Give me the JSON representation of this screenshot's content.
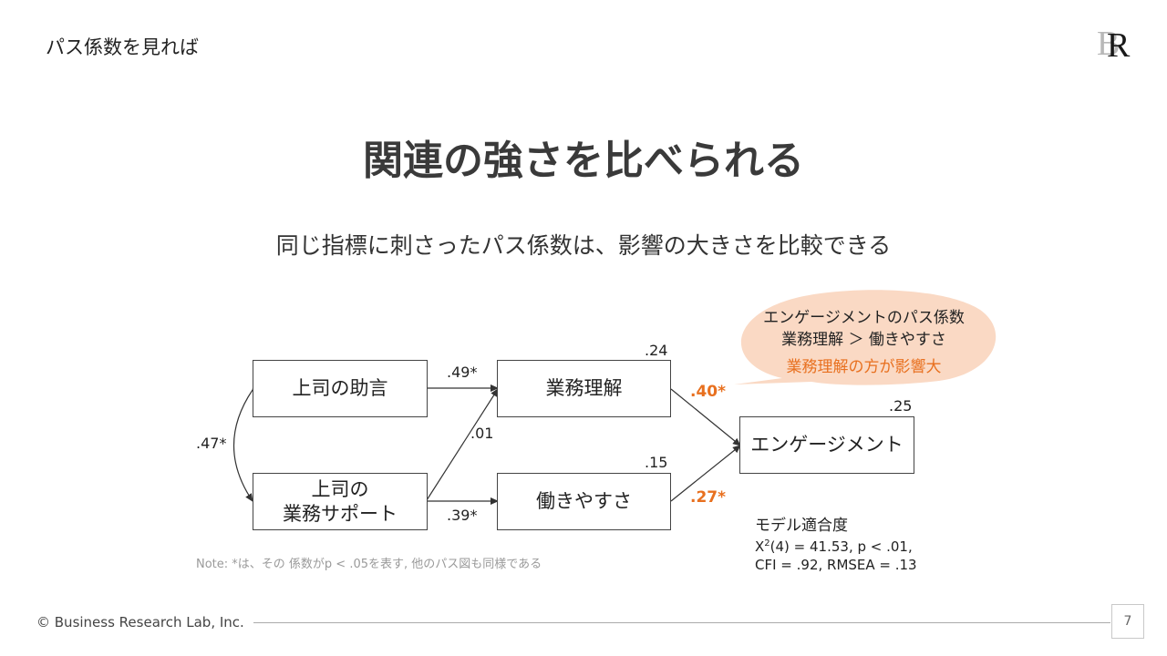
{
  "header": {
    "title": "パス係数を見れば"
  },
  "logo": {
    "text": "BR"
  },
  "main_title": "関連の強さを比べられる",
  "subtitle": "同じ指標に刺さったパス係数は、影響の大きさを比較できる",
  "diagram": {
    "nodes": {
      "advice": "上司の助言",
      "support_line1": "上司の",
      "support_line2": "業務サポート",
      "understanding": "業務理解",
      "ease": "働きやすさ",
      "engagement": "エンゲージメント"
    },
    "r2": {
      "understanding": ".24",
      "ease": ".15",
      "engagement": ".25"
    },
    "paths": {
      "advice_understanding": ".49*",
      "support_understanding": ".01",
      "support_ease": ".39*",
      "understanding_engagement": ".40*",
      "ease_engagement": ".27*",
      "correlation": ".47*"
    },
    "highlight_color": "#e8701f"
  },
  "callout": {
    "line1": "エンゲージメントのパス係数",
    "line2": "業務理解 ＞ 働きやすさ",
    "line3": "業務理解の方が影響大",
    "fill_color": "#fad9c4"
  },
  "model_fit": {
    "title": "モデル適合度",
    "chi_prefix": "X",
    "chi_sup": "2",
    "chi_rest": "(4) = 41.53, p < .01,",
    "indices": "CFI = .92, RMSEA = .13"
  },
  "note": "Note: *は、その 係数がp < .05を表す, 他のパス図も同様である",
  "footer": {
    "copyright": "© Business Research Lab, Inc.",
    "page_number": "7"
  }
}
